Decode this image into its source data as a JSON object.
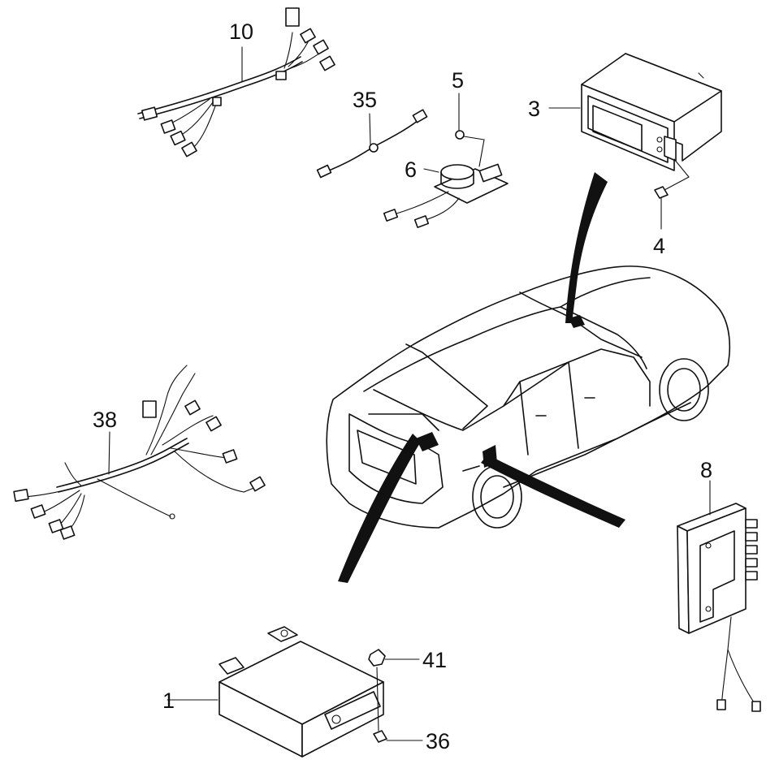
{
  "callouts": {
    "c10": "10",
    "c35": "35",
    "c5": "5",
    "c3": "3",
    "c6": "6",
    "c4": "4",
    "c38": "38",
    "c8": "8",
    "c41": "41",
    "c1": "1",
    "c36": "36"
  },
  "parts": [
    {
      "callout": "10",
      "item": "wiring-harness"
    },
    {
      "callout": "35",
      "item": "antenna-cable"
    },
    {
      "callout": "5",
      "item": "screw"
    },
    {
      "callout": "6",
      "item": "gps-antenna-module"
    },
    {
      "callout": "3",
      "item": "navigation-head-unit"
    },
    {
      "callout": "4",
      "item": "bolt"
    },
    {
      "callout": "38",
      "item": "wiring-harness"
    },
    {
      "callout": "8",
      "item": "control-unit"
    },
    {
      "callout": "41",
      "item": "nut"
    },
    {
      "callout": "1",
      "item": "control-module"
    },
    {
      "callout": "36",
      "item": "bolt"
    }
  ],
  "colors": {
    "ink": "#111111",
    "paper": "#ffffff"
  }
}
